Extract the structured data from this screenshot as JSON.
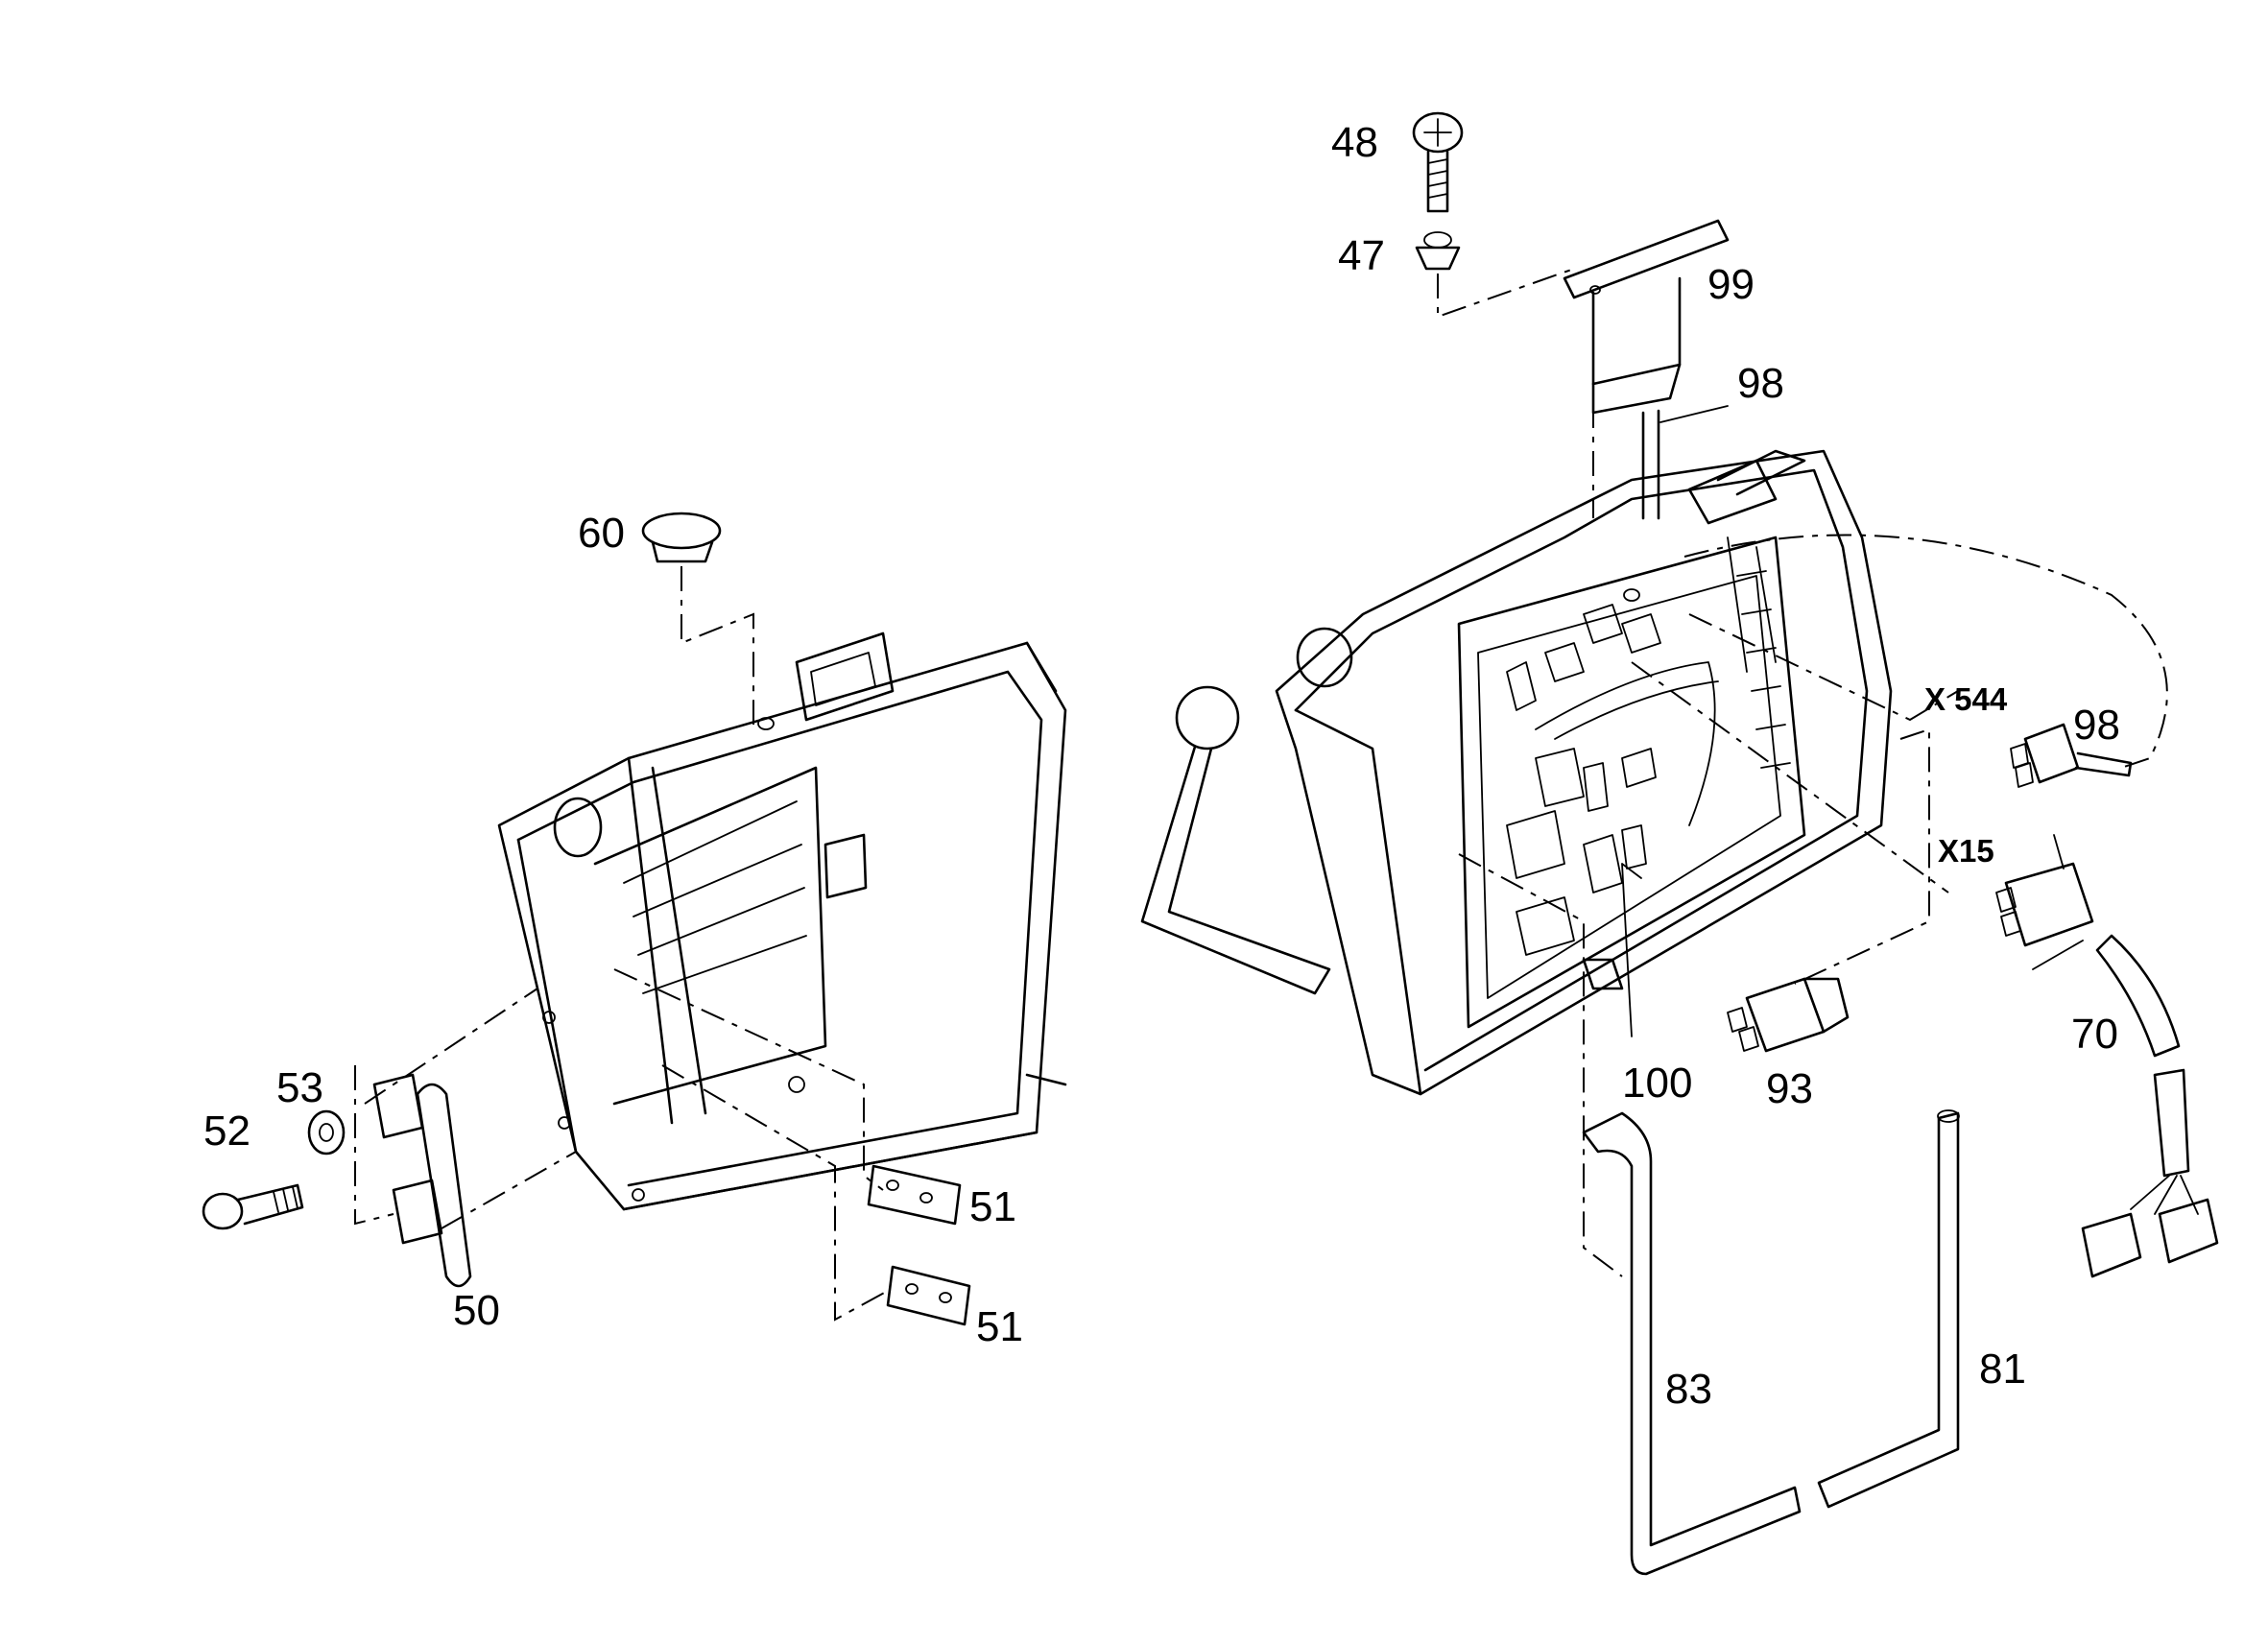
{
  "callouts": {
    "p48": "48",
    "p47": "47",
    "p99": "99",
    "p98_top": "98",
    "p60": "60",
    "p98_right": "98",
    "p53": "53",
    "p52": "52",
    "p50": "50",
    "p51_upper": "51",
    "p51_lower": "51",
    "p100": "100",
    "p93": "93",
    "p70": "70",
    "p83": "83",
    "p81": "81"
  },
  "connectors": {
    "x544": "X 544",
    "x15": "X15"
  }
}
